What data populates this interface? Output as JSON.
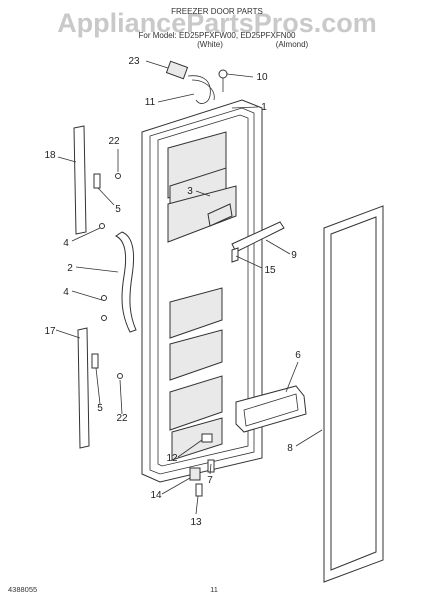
{
  "watermark": "AppliancePartsPros.com",
  "header": {
    "line1": "FREEZER DOOR PARTS",
    "line2": "For Model: ED25PFXFW00, ED25PFXFN00",
    "white": "(White)",
    "almond": "(Almond)"
  },
  "callouts": [
    "23",
    "10",
    "11",
    "1",
    "22",
    "18",
    "5",
    "4",
    "3",
    "9",
    "2",
    "15",
    "4",
    "17",
    "6",
    "5",
    "22",
    "8",
    "12",
    "7",
    "14",
    "13"
  ],
  "footer": {
    "doc_number": "4388055",
    "page": "11"
  }
}
